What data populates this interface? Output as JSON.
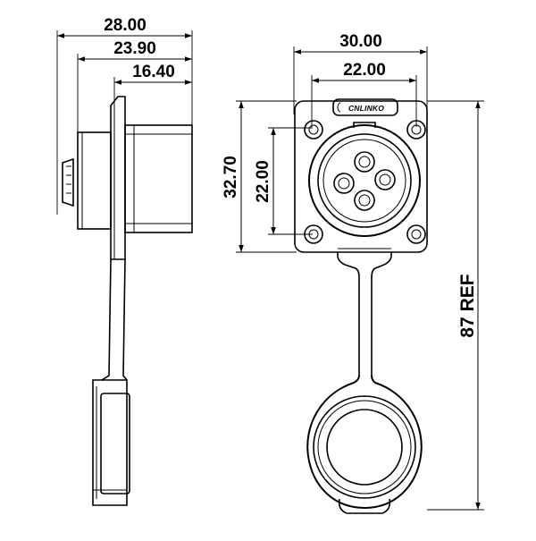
{
  "dimensions": {
    "side_overall_width": "28.00",
    "side_mid_width": "23.90",
    "side_body_width": "16.40",
    "front_outer_width": "30.00",
    "front_hole_spacing_h": "22.00",
    "front_outer_height": "32.70",
    "front_hole_spacing_v": "22.00",
    "overall_length_ref": "87 REF"
  },
  "brand_logo": "CNLINKO"
}
